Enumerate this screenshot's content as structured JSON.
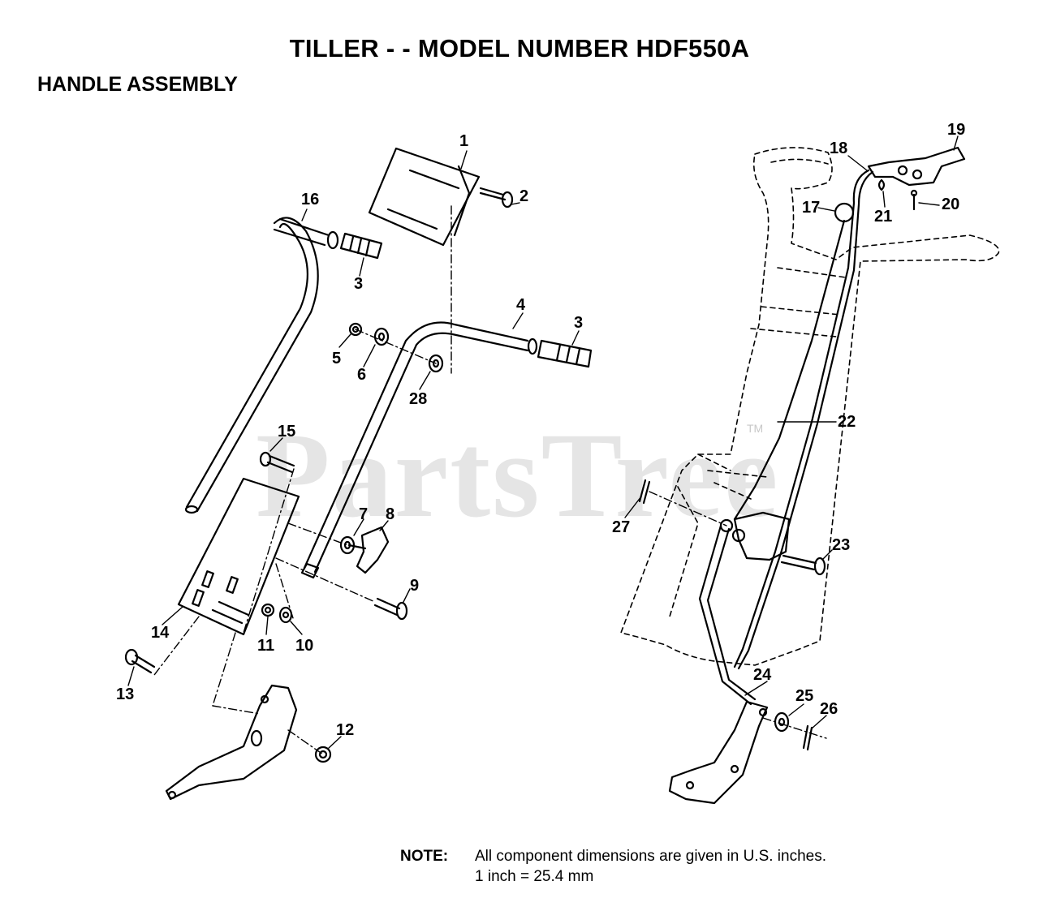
{
  "title": "TILLER - - MODEL NUMBER HDF550A",
  "subtitle": "HANDLE ASSEMBLY",
  "watermark": "PartsTree",
  "watermark_tm": "TM",
  "note": {
    "label": "NOTE:",
    "line1": "All component dimensions are given in U.S. inches.",
    "line2": "1 inch = 25.4 mm"
  },
  "callouts": {
    "c1": "1",
    "c2": "2",
    "c3a": "3",
    "c3b": "3",
    "c4": "4",
    "c5": "5",
    "c6": "6",
    "c7": "7",
    "c8": "8",
    "c9": "9",
    "c10": "10",
    "c11": "11",
    "c12": "12",
    "c13": "13",
    "c14": "14",
    "c15": "15",
    "c16": "16",
    "c17": "17",
    "c18": "18",
    "c19": "19",
    "c20": "20",
    "c21": "21",
    "c22": "22",
    "c23": "23",
    "c24": "24",
    "c25": "25",
    "c26": "26",
    "c27": "27",
    "c28": "28"
  },
  "colors": {
    "ink": "#000000",
    "watermark": "#d0d0d0"
  }
}
